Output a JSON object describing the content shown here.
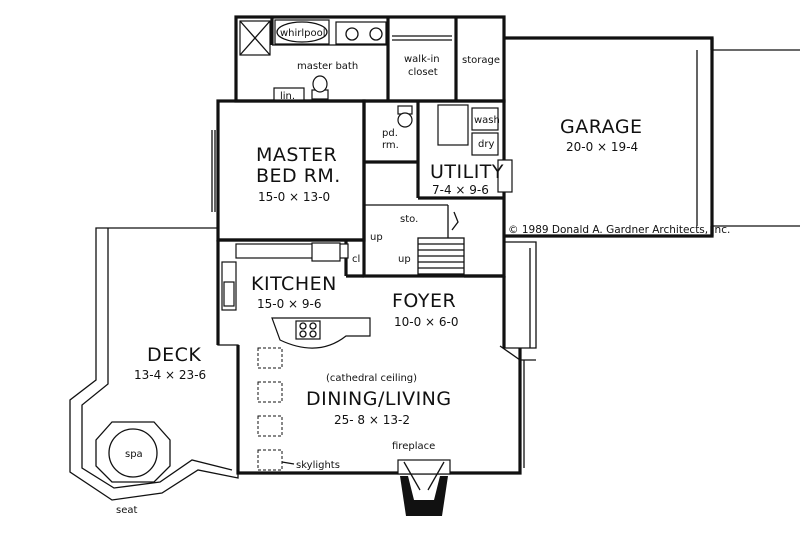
{
  "rooms": {
    "garage": {
      "name": "GARAGE",
      "dims": "20-0 × 19-4"
    },
    "master_bed": {
      "name_line1": "MASTER",
      "name_line2": "BED RM.",
      "dims": "15-0 × 13-0"
    },
    "utility": {
      "name": "UTILITY",
      "dims": "7-4 × 9-6"
    },
    "kitchen": {
      "name": "KITCHEN",
      "dims": "15-0 × 9-6"
    },
    "foyer": {
      "name": "FOYER",
      "dims": "10-0 × 6-0"
    },
    "deck": {
      "name": "DECK",
      "dims": "13-4 × 23-6"
    },
    "dining_living": {
      "name": "DINING/LIVING",
      "dims": "25- 8 × 13-2",
      "note": "(cathedral  ceiling)"
    }
  },
  "labels": {
    "whirlpool": "whirlpool",
    "master_bath": "master bath",
    "lin": "lin.",
    "walk_in_line1": "walk-in",
    "walk_in_line2": "closet",
    "storage": "storage",
    "pd_rm_line1": "pd.",
    "pd_rm_line2": "rm.",
    "wash": "wash",
    "dry": "dry",
    "sto": "sto.",
    "up1": "up",
    "up2": "up",
    "cl": "cl",
    "spa": "spa",
    "seat": "seat",
    "fireplace": "fireplace",
    "skylights": "skylights"
  },
  "copyright": "© 1989 Donald A. Gardner Architects, Inc."
}
